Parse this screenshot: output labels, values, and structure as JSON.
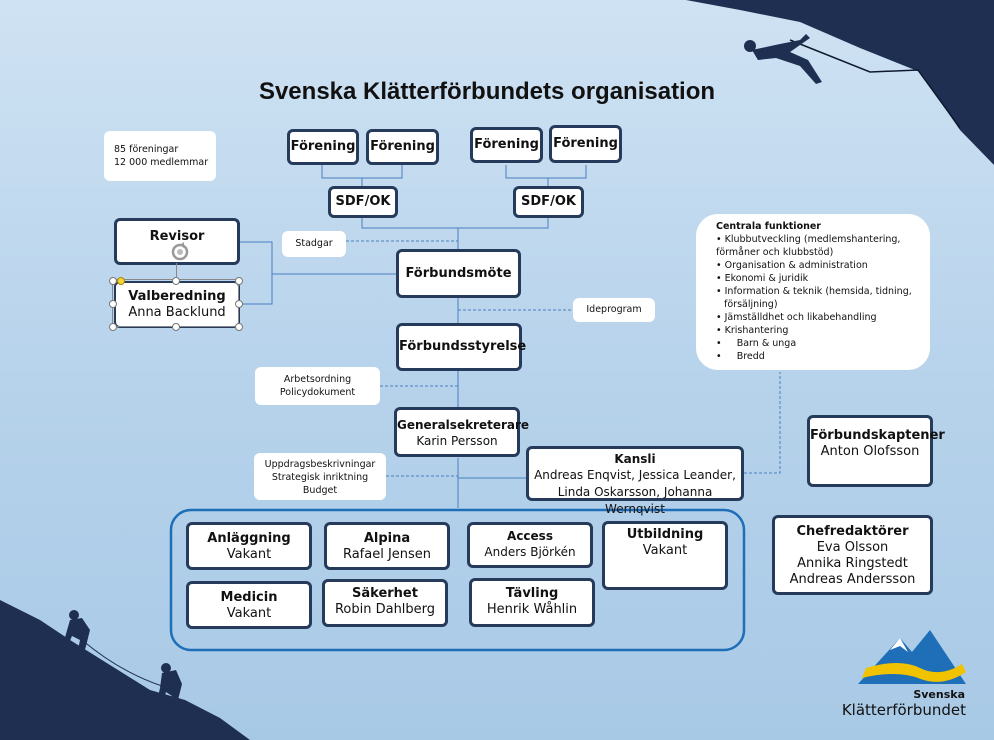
{
  "title": "Svenska Klätterförbundets organisation",
  "colors": {
    "box_border": "#263a5b",
    "accent_blue": "#1f6fb8",
    "logo_yellow": "#f0c200",
    "silhouette": "#1f2f52"
  },
  "stats": {
    "line1": "85 föreningar",
    "line2": "12 000 medlemmar"
  },
  "foreningar": [
    "Förening",
    "Förening",
    "Förening",
    "Förening"
  ],
  "sdf": [
    "SDF/OK",
    "SDF/OK"
  ],
  "stadgar": "Stadgar",
  "revisor": "Revisor",
  "valberedning": {
    "title": "Valberedning",
    "name": "Anna Backlund"
  },
  "forbundsmote": "Förbundsmöte",
  "ideprogram": "Ideprogram",
  "styrelse": "Förbundsstyrelse",
  "arbetsordning": {
    "line1": "Arbetsordning",
    "line2": "Policydokument"
  },
  "generalsekreterare": {
    "title": "Generalsekreterare",
    "name": "Karin Persson"
  },
  "uppdrag": {
    "line1": "Uppdragsbeskrivningar",
    "line2": "Strategisk inriktning",
    "line3": "Budget"
  },
  "kansli": {
    "title": "Kansli",
    "line1": "Andreas Enqvist, Jessica Leander,",
    "line2": "Linda Oskarsson, Johanna Wernqvist"
  },
  "centrala": {
    "title": "Centrala funktioner",
    "items": [
      "• Klubbutveckling (medlemshantering,",
      "förmåner och klubbstöd)",
      "• Organisation & administration",
      "• Ekonomi & juridik",
      "• Information & teknik (hemsida, tidning,",
      "försäljning)",
      "• Jämställdhet och likabehandling",
      "• Krishantering",
      "•     Barn & unga",
      "•     Bredd"
    ]
  },
  "forbundskaptener": {
    "title": "Förbundskaptener",
    "name": "Anton Olofsson"
  },
  "chefredaktorer": {
    "title": "Chefredaktörer",
    "names": [
      "Eva Olsson",
      "Annika Ringstedt",
      "Andreas Andersson"
    ]
  },
  "kommitteer": [
    {
      "title": "Anläggning",
      "name": "Vakant"
    },
    {
      "title": "Alpina",
      "name": "Rafael Jensen"
    },
    {
      "title": "Access",
      "name": "Anders Björkén"
    },
    {
      "title": "Utbildning",
      "name": "Vakant"
    },
    {
      "title": "Medicin",
      "name": "Vakant"
    },
    {
      "title": "Säkerhet",
      "name": "Robin Dahlberg"
    },
    {
      "title": "Tävling",
      "name": "Henrik Wåhlin"
    }
  ],
  "logo": {
    "line1": "Svenska",
    "line2": "Klätterförbundet"
  }
}
